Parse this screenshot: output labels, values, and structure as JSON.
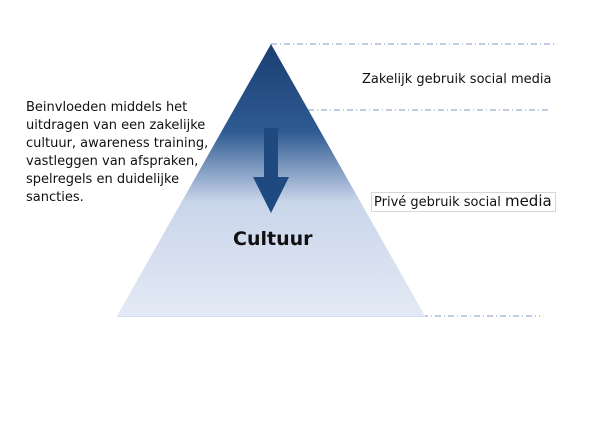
{
  "left_text": {
    "lines": [
      "Beinvloeden middels het",
      "uitdragen van een zakelijke",
      "cultuur, awareness training,",
      "vastleggen van afspraken,",
      "spelregels en duidelijke",
      "sancties."
    ]
  },
  "right_labels": {
    "top": "Zakelijk gebruik social media",
    "middle_main": "Privé gebruik social ",
    "middle_end": "media"
  },
  "pyramid": {
    "label": "Cultuur",
    "colors": {
      "top": "#1a3f73",
      "mid": "#2e5a92",
      "fade": "#c9d5ea",
      "bottom": "#e4eaf5",
      "arrow": "#1f4a80",
      "guide": "#7f98c4"
    }
  }
}
